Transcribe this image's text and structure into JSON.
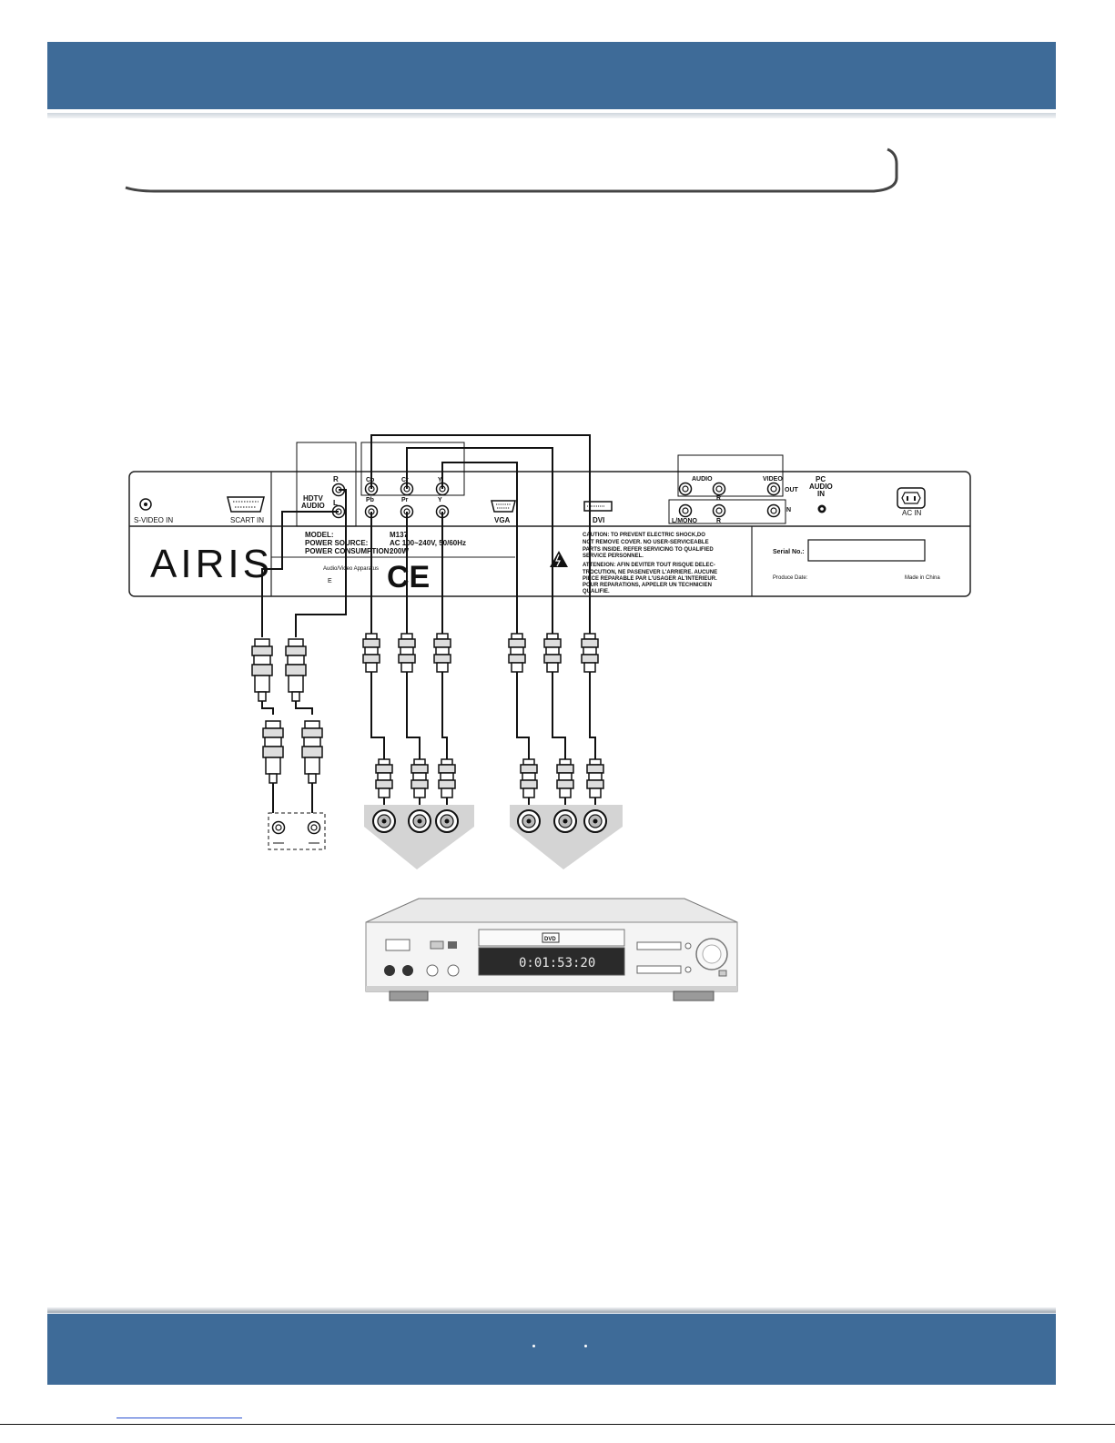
{
  "panel": {
    "svideo_in": "S-VIDEO IN",
    "scart_in": "SCART IN",
    "hdtv_audio_line1": "HDTV",
    "hdtv_audio_line2": "AUDIO",
    "r": "R",
    "l": "L",
    "cb": "Cb",
    "cr": "Cr",
    "y": "Y",
    "pb": "Pb",
    "pr": "Pr",
    "vga": "VGA",
    "dvi": "DVI",
    "audio": "AUDIO",
    "video": "VIDEO",
    "out": "OUT",
    "in": "IN",
    "l_mono": "L/MONO",
    "pc_audio_in_1": "PC",
    "pc_audio_in_2": "AUDIO",
    "pc_audio_in_3": "IN",
    "ac_in": "AC IN"
  },
  "label": {
    "brand": "AIRIS",
    "model_key": "MODEL:",
    "model_val": "M137",
    "power_source_key": "POWER SOURCE:",
    "power_source_val": "AC 100~240V, 50/60Hz",
    "power_cons_key": "POWER CONSUMPTION:",
    "power_cons_val": "200W",
    "av_apparatus": "Audio/Video Apparatus",
    "av_code": "E",
    "ce": "CE",
    "caution_1": "CAUTION: TO PREVENT ELECTRIC SHOCK,DO",
    "caution_2": "NOT REMOVE COVER. NO USER-SERVICEABLE",
    "caution_3": "PARTS INSIDE. REFER SERVICING TO QUALIFIED",
    "caution_4": "SERVICE PERSONNEL.",
    "attention_1": "ATTENEION: AFIN DEVITER TOUT RISQUE DELEC-",
    "attention_2": "TROCUTION, NE PASENEVER L'ARRIERE. AUCUNE",
    "attention_3": "PIECE REPARABLE PAR L'USAGER AL'INTERIEUR.",
    "attention_4": "POUR REPARATIONS, APPELER UN TECHNICIEN",
    "attention_5": "QUALIFIE.",
    "serial_no": "Serial No.:",
    "produce_date": "Produce Date:",
    "made_in": "Made in China"
  },
  "player": {
    "display_time": "0:01:53:20",
    "dvd_logo": "DVD"
  }
}
